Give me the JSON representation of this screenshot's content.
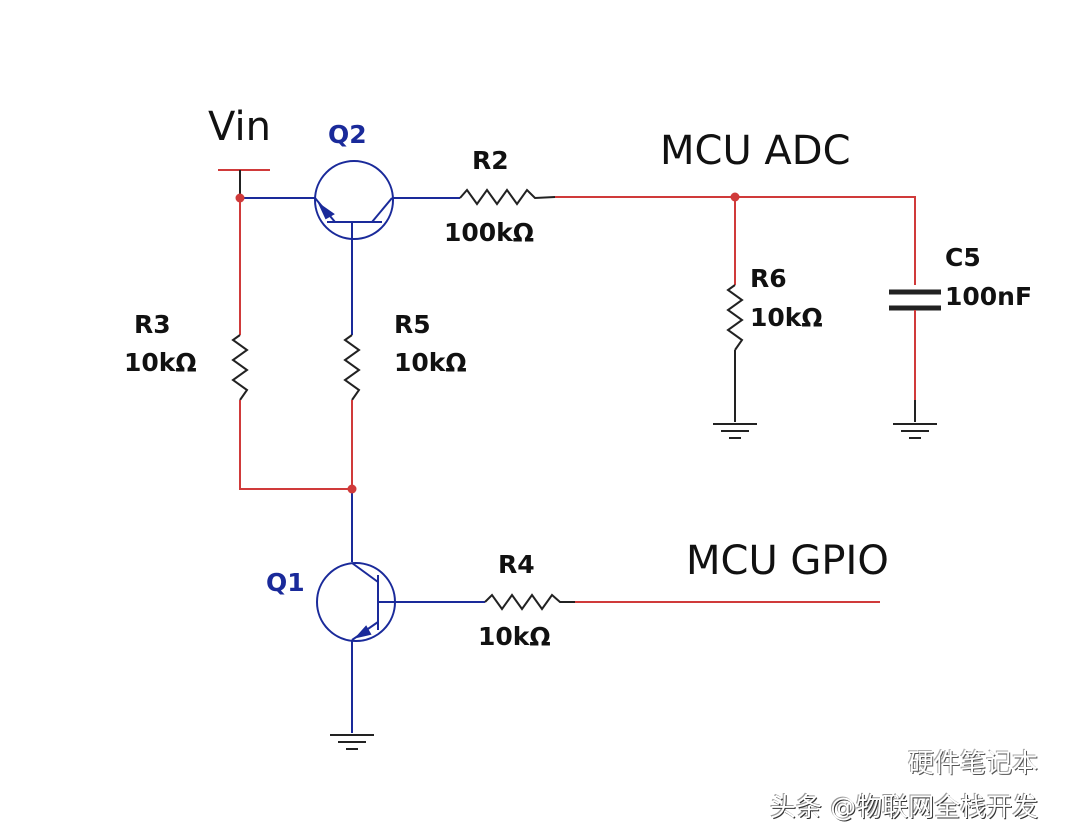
{
  "labels": {
    "vin": "Vin",
    "mcu_adc": "MCU ADC",
    "mcu_gpio": "MCU GPIO"
  },
  "components": {
    "q1": {
      "name": "Q1"
    },
    "q2": {
      "name": "Q2"
    },
    "r2": {
      "name": "R2",
      "value": "100kΩ"
    },
    "r3": {
      "name": "R3",
      "value": "10kΩ"
    },
    "r4": {
      "name": "R4",
      "value": "10kΩ"
    },
    "r5": {
      "name": "R5",
      "value": "10kΩ"
    },
    "r6": {
      "name": "R6",
      "value": "10kΩ"
    },
    "c5": {
      "name": "C5",
      "value": "100nF"
    }
  },
  "watermark": {
    "text": "头条 @物联网全栈开发",
    "overlay_text": "硬件笔记本"
  },
  "colors": {
    "wire_red": "#d03a3a",
    "wire_blue": "#1a2a9a",
    "text": "#111111"
  }
}
